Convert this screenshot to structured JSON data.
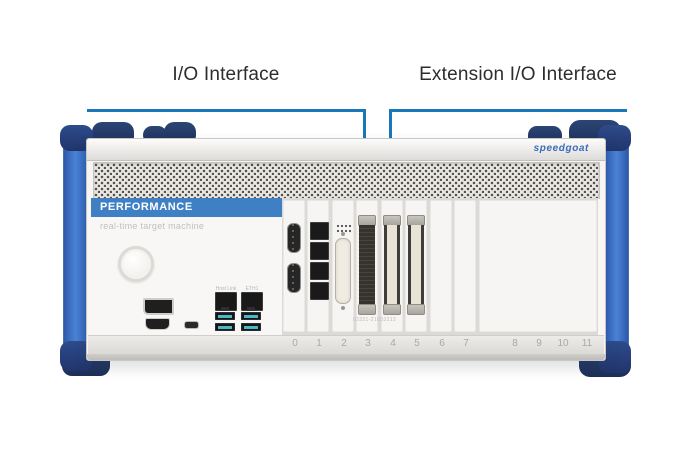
{
  "callouts": {
    "io": {
      "label": "I/O Interface"
    },
    "extension": {
      "label": "Extension I/O Interface"
    },
    "line_color": "#1878b8"
  },
  "device": {
    "brand_logo": "speedgoat",
    "banner_title": "PERFORMANCE",
    "banner_subtitle": "real-time target machine",
    "module_serial": "IO331-21033212",
    "eth_label_1": "Host Link",
    "eth_label_2": "ETH1",
    "slot_numbers": [
      "0",
      "1",
      "2",
      "3",
      "4",
      "5",
      "6",
      "7",
      "8",
      "9",
      "10",
      "11"
    ]
  },
  "colors": {
    "callout_line": "#1878b8",
    "banner_blue": "#3f80c4",
    "rail_blue": "#4c84d8",
    "bumper_navy": "#1d2f58",
    "usb_teal": "#49b8c4",
    "logo_blue": "#3a6db8"
  }
}
